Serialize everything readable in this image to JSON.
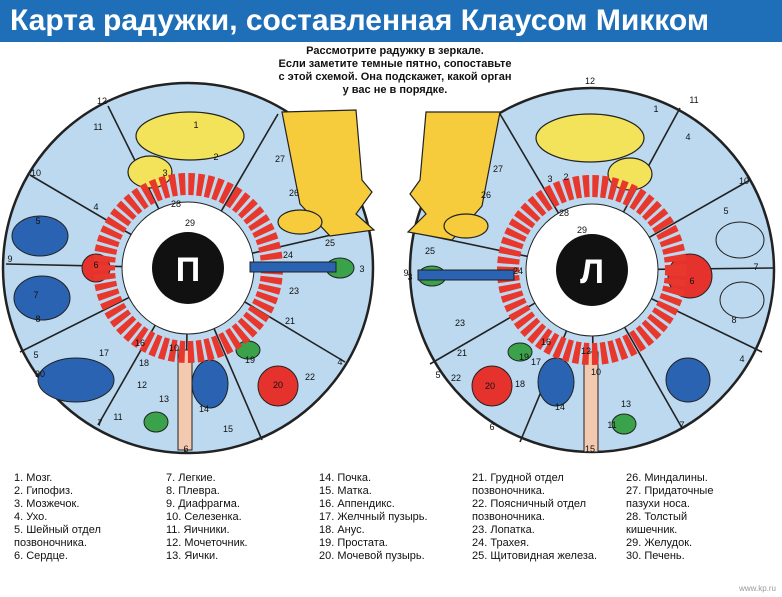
{
  "header": {
    "title": "Карта радужки, составленная Клаусом Микком",
    "subtitle": "Рассмотрите радужку в зеркале.\nЕсли заметите темные пятно, сопоставьте\nс этой схемой. Она подскажет, какой орган\nу вас не в порядке."
  },
  "diagram": {
    "left_eye": {
      "label": "П"
    },
    "right_eye": {
      "label": "Л"
    },
    "left_numbers": [
      "12",
      "11",
      "1",
      "2",
      "3",
      "4",
      "10",
      "27",
      "26",
      "28",
      "29",
      "5",
      "9",
      "6",
      "25",
      "24",
      "3",
      "7",
      "8",
      "23",
      "21",
      "16",
      "17",
      "22",
      "18",
      "30",
      "12",
      "10",
      "19",
      "20",
      "13",
      "14",
      "15",
      "11",
      "7",
      "6",
      "5",
      "4"
    ],
    "right_numbers": [
      "12",
      "1",
      "11",
      "2",
      "27",
      "3",
      "26",
      "28",
      "29",
      "4",
      "25",
      "10",
      "5",
      "9",
      "6",
      "24",
      "3",
      "23",
      "21",
      "7",
      "22",
      "8",
      "16",
      "17",
      "19",
      "18",
      "20",
      "12",
      "10",
      "4",
      "14",
      "13",
      "11",
      "15",
      "5",
      "6",
      "7"
    ],
    "colors": {
      "iris": "#bcd9ef",
      "ring": "#ffffff",
      "pupil": "#111111",
      "intestine": "#e8372c",
      "brain": "#f2e35a",
      "heart": "#e5322c",
      "organ_blue": "#2b63b3",
      "organ_green": "#3aa24a",
      "face": "#f6cc3c",
      "outline": "#222222",
      "title_bar": "#1f6fb8"
    }
  },
  "legend": {
    "columns": [
      [
        "1. Мозг.",
        "2. Гипофиз.",
        "3. Мозжечок.",
        "4. Ухо.",
        "5. Шейный отдел\n позвоночника.",
        "6. Сердце."
      ],
      [
        "7. Легкие.",
        "8. Плевра.",
        "9. Диафрагма.",
        "10. Селезенка.",
        "11. Яичники.",
        "12. Мочеточник.",
        "13. Яички."
      ],
      [
        "14. Почка.",
        "15. Матка.",
        "16. Аппендикс.",
        "17. Желчный пузырь.",
        "18. Анус.",
        "19. Простата.",
        "20. Мочевой пузырь."
      ],
      [
        "21. Грудной отдел\n позвоночника.",
        "22. Поясничный отдел\n позвоночника.",
        "23. Лопатка.",
        "24. Трахея.",
        "25. Щитовидная железа."
      ],
      [
        "26. Миндалины.",
        "27. Придаточные\n пазухи носа.",
        "28. Толстый\n кишечник.",
        "29. Желудок.",
        "30. Печень."
      ]
    ]
  },
  "watermark": "www.kp.ru"
}
